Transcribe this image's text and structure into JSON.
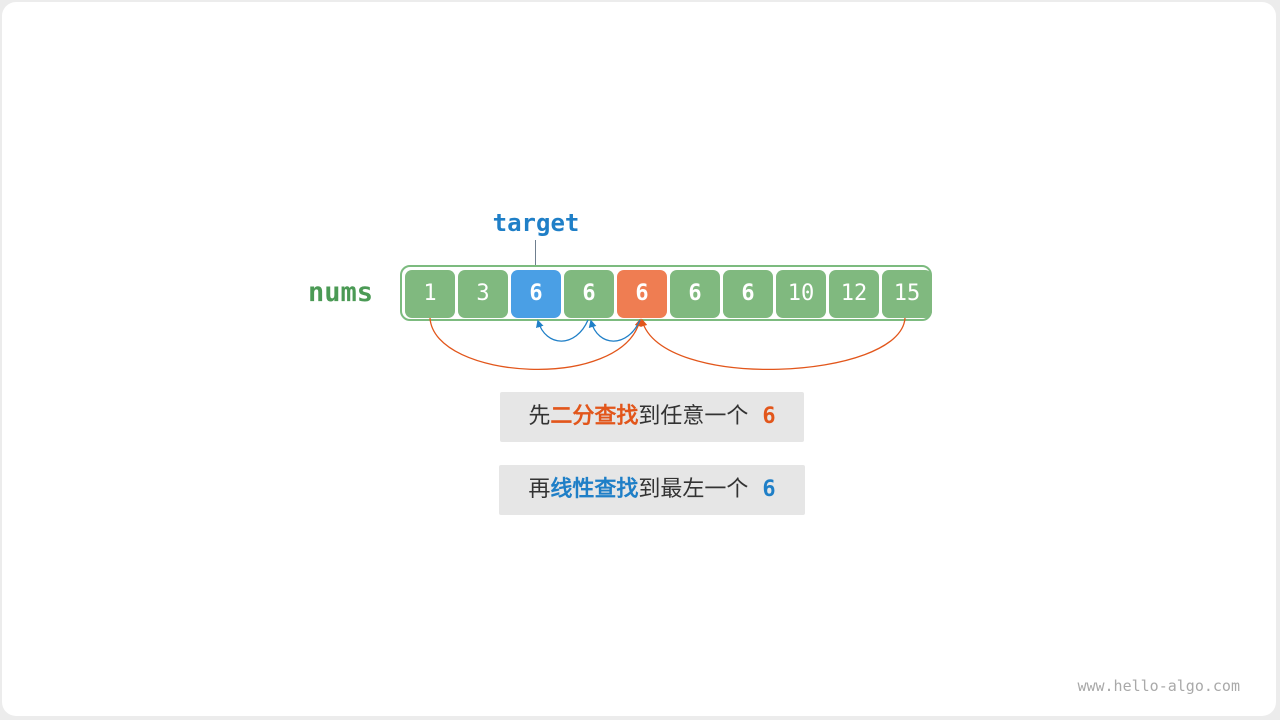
{
  "labels": {
    "array_name": "nums",
    "target_name": "target"
  },
  "nums": [
    1,
    3,
    6,
    6,
    6,
    6,
    6,
    10,
    12,
    15
  ],
  "highlights": {
    "target_index": 2,
    "found_index": 4
  },
  "captions": {
    "first": {
      "prefix": "先",
      "emph": "二分查找",
      "suffix": "到任意一个",
      "value": "6"
    },
    "second": {
      "prefix": "再",
      "emph": "线性查找",
      "suffix": "到最左一个",
      "value": "6"
    }
  },
  "colors": {
    "cell": "#80b97f",
    "target": "#4a9fe5",
    "found": "#ef7d52",
    "binary_arc": "#e2561b",
    "linear_arc": "#1f7fc7"
  },
  "watermark": "www.hello-algo.com"
}
